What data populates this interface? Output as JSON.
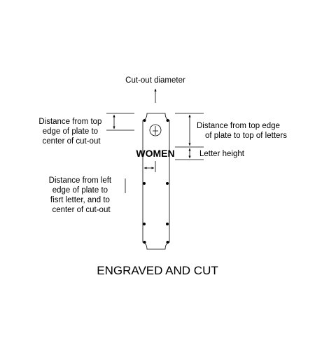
{
  "labels": {
    "cutout_diameter": "Cut-out diameter",
    "dist_top_to_cutout": [
      "Distance from top",
      "edge of plate to",
      "center of cut-out"
    ],
    "dist_top_to_letters": [
      "Distance from top edge",
      "of plate to top of letters"
    ],
    "letter_height": "Letter height",
    "dist_left": [
      "Distance from left",
      "edge of plate to",
      "fisrt letter, and to",
      "center of cut-out"
    ]
  },
  "plate": {
    "sign_text": "WOMEN"
  },
  "caption": "ENGRAVED AND CUT",
  "colors": {
    "ink": "#000000",
    "background": "#ffffff"
  },
  "icons": [
    "arrow-icon",
    "screw-hole-icon",
    "cutout-lock-icon"
  ]
}
